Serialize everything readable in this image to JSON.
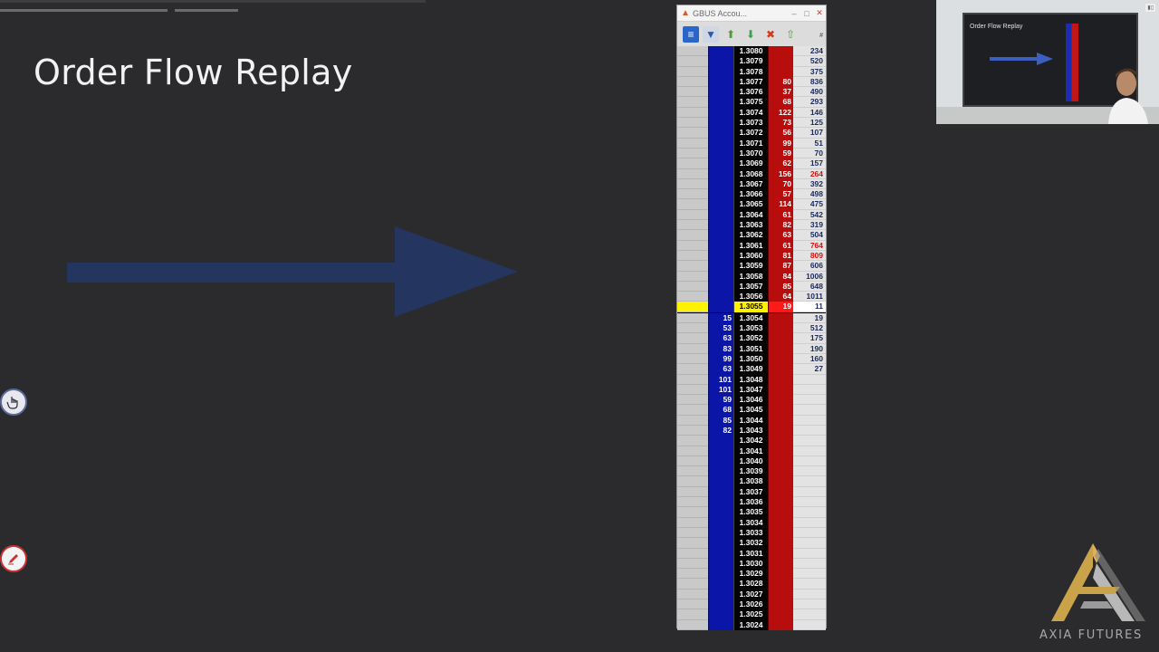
{
  "slide": {
    "title": "Order Flow Replay"
  },
  "dom": {
    "window_title": "GBUS Accou...",
    "header_hash": "#",
    "toolbar_icons": [
      "ladder-icon",
      "filter-icon",
      "arrow-up-icon",
      "arrow-down-icon",
      "clear-orders-icon",
      "up-arrow-icon"
    ],
    "rows": [
      {
        "price": "1.3080",
        "bid": "",
        "ask": "",
        "vol": "234"
      },
      {
        "price": "1.3079",
        "bid": "",
        "ask": "",
        "vol": "520"
      },
      {
        "price": "1.3078",
        "bid": "",
        "ask": "",
        "vol": "375"
      },
      {
        "price": "1.3077",
        "bid": "",
        "ask": "80",
        "vol": "836"
      },
      {
        "price": "1.3076",
        "bid": "",
        "ask": "37",
        "vol": "490"
      },
      {
        "price": "1.3075",
        "bid": "",
        "ask": "68",
        "vol": "293"
      },
      {
        "price": "1.3074",
        "bid": "",
        "ask": "122",
        "vol": "146"
      },
      {
        "price": "1.3073",
        "bid": "",
        "ask": "73",
        "vol": "125"
      },
      {
        "price": "1.3072",
        "bid": "",
        "ask": "56",
        "vol": "107"
      },
      {
        "price": "1.3071",
        "bid": "",
        "ask": "99",
        "vol": "51"
      },
      {
        "price": "1.3070",
        "bid": "",
        "ask": "59",
        "vol": "70"
      },
      {
        "price": "1.3069",
        "bid": "",
        "ask": "62",
        "vol": "157"
      },
      {
        "price": "1.3068",
        "bid": "",
        "ask": "156",
        "vol": "264"
      },
      {
        "price": "1.3067",
        "bid": "",
        "ask": "70",
        "vol": "392"
      },
      {
        "price": "1.3066",
        "bid": "",
        "ask": "57",
        "vol": "498"
      },
      {
        "price": "1.3065",
        "bid": "",
        "ask": "114",
        "vol": "475"
      },
      {
        "price": "1.3064",
        "bid": "",
        "ask": "61",
        "vol": "542"
      },
      {
        "price": "1.3063",
        "bid": "",
        "ask": "82",
        "vol": "319"
      },
      {
        "price": "1.3062",
        "bid": "",
        "ask": "63",
        "vol": "504"
      },
      {
        "price": "1.3061",
        "bid": "",
        "ask": "61",
        "vol": "764"
      },
      {
        "price": "1.3060",
        "bid": "",
        "ask": "81",
        "vol": "809"
      },
      {
        "price": "1.3059",
        "bid": "",
        "ask": "87",
        "vol": "606"
      },
      {
        "price": "1.3058",
        "bid": "",
        "ask": "84",
        "vol": "1006"
      },
      {
        "price": "1.3057",
        "bid": "",
        "ask": "85",
        "vol": "648"
      },
      {
        "price": "1.3056",
        "bid": "",
        "ask": "64",
        "vol": "1011"
      },
      {
        "price": "1.3055",
        "bid": "",
        "ask": "19",
        "vol": "11"
      },
      {
        "price": "1.3054",
        "bid": "15",
        "ask": "",
        "vol": "19"
      },
      {
        "price": "1.3053",
        "bid": "53",
        "ask": "",
        "vol": "512"
      },
      {
        "price": "1.3052",
        "bid": "63",
        "ask": "",
        "vol": "175"
      },
      {
        "price": "1.3051",
        "bid": "83",
        "ask": "",
        "vol": "190"
      },
      {
        "price": "1.3050",
        "bid": "99",
        "ask": "",
        "vol": "160"
      },
      {
        "price": "1.3049",
        "bid": "63",
        "ask": "",
        "vol": "27"
      },
      {
        "price": "1.3048",
        "bid": "101",
        "ask": "",
        "vol": ""
      },
      {
        "price": "1.3047",
        "bid": "101",
        "ask": "",
        "vol": ""
      },
      {
        "price": "1.3046",
        "bid": "59",
        "ask": "",
        "vol": ""
      },
      {
        "price": "1.3045",
        "bid": "68",
        "ask": "",
        "vol": ""
      },
      {
        "price": "1.3044",
        "bid": "85",
        "ask": "",
        "vol": ""
      },
      {
        "price": "1.3043",
        "bid": "82",
        "ask": "",
        "vol": ""
      },
      {
        "price": "1.3042",
        "bid": "",
        "ask": "",
        "vol": ""
      },
      {
        "price": "1.3041",
        "bid": "",
        "ask": "",
        "vol": ""
      },
      {
        "price": "1.3040",
        "bid": "",
        "ask": "",
        "vol": ""
      },
      {
        "price": "1.3039",
        "bid": "",
        "ask": "",
        "vol": ""
      },
      {
        "price": "1.3038",
        "bid": "",
        "ask": "",
        "vol": ""
      },
      {
        "price": "1.3037",
        "bid": "",
        "ask": "",
        "vol": ""
      },
      {
        "price": "1.3036",
        "bid": "",
        "ask": "",
        "vol": ""
      },
      {
        "price": "1.3035",
        "bid": "",
        "ask": "",
        "vol": ""
      },
      {
        "price": "1.3034",
        "bid": "",
        "ask": "",
        "vol": ""
      },
      {
        "price": "1.3033",
        "bid": "",
        "ask": "",
        "vol": ""
      },
      {
        "price": "1.3032",
        "bid": "",
        "ask": "",
        "vol": ""
      },
      {
        "price": "1.3031",
        "bid": "",
        "ask": "",
        "vol": ""
      },
      {
        "price": "1.3030",
        "bid": "",
        "ask": "",
        "vol": ""
      },
      {
        "price": "1.3029",
        "bid": "",
        "ask": "",
        "vol": ""
      },
      {
        "price": "1.3028",
        "bid": "",
        "ask": "",
        "vol": ""
      },
      {
        "price": "1.3027",
        "bid": "",
        "ask": "",
        "vol": ""
      },
      {
        "price": "1.3026",
        "bid": "",
        "ask": "",
        "vol": ""
      },
      {
        "price": "1.3025",
        "bid": "",
        "ask": "",
        "vol": ""
      },
      {
        "price": "1.3024",
        "bid": "",
        "ask": "",
        "vol": ""
      }
    ],
    "last_price": "1.3055",
    "colors": {
      "bid": "#0b16a8",
      "ask": "#b70d0d",
      "last": "#fff200"
    }
  },
  "webcam": {
    "screen_title": "Order Flow Replay"
  },
  "logo": {
    "text": "AXIA FUTURES",
    "colors": {
      "gold": "#c9a24a",
      "silver": "#b8b8b8"
    }
  },
  "tools": {
    "hand": "hand-pointer-icon",
    "pen": "pen-icon"
  }
}
